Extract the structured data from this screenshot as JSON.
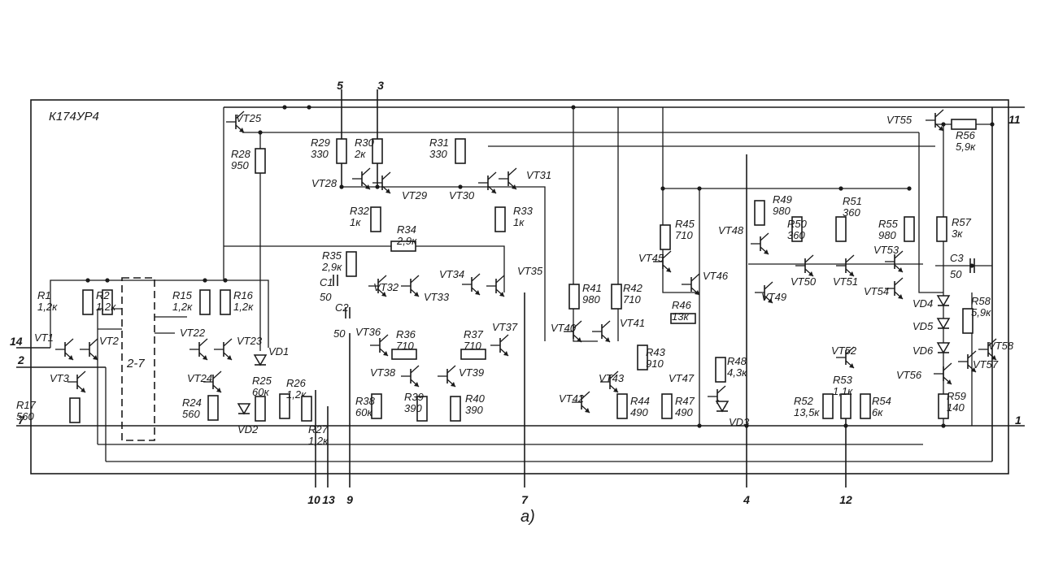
{
  "chip_title": "К174УР4",
  "figure_caption": "а)",
  "block_label": "2-7",
  "pins": [
    {
      "id": "pin-5",
      "text": "5"
    },
    {
      "id": "pin-3",
      "text": "3"
    },
    {
      "id": "pin-11",
      "text": "11"
    },
    {
      "id": "pin-14",
      "text": "14"
    },
    {
      "id": "pin-2",
      "text": "2"
    },
    {
      "id": "pin-7-left",
      "text": "7"
    },
    {
      "id": "pin-1",
      "text": "1"
    },
    {
      "id": "pin-10",
      "text": "10"
    },
    {
      "id": "pin-13",
      "text": "13"
    },
    {
      "id": "pin-9",
      "text": "9"
    },
    {
      "id": "pin-7-bottom",
      "text": "7"
    },
    {
      "id": "pin-4",
      "text": "4"
    },
    {
      "id": "pin-12",
      "text": "12"
    }
  ],
  "resistors": [
    {
      "ref": "R1",
      "value": "1,2к"
    },
    {
      "ref": "R2",
      "value": "1,2к"
    },
    {
      "ref": "R17",
      "value": "560"
    },
    {
      "ref": "R15",
      "value": "1,2к"
    },
    {
      "ref": "R16",
      "value": "1,2к"
    },
    {
      "ref": "R24",
      "value": "560"
    },
    {
      "ref": "R28",
      "value": "950"
    },
    {
      "ref": "R25",
      "value": "60к"
    },
    {
      "ref": "R26",
      "value": "1,2к"
    },
    {
      "ref": "R27",
      "value": "1,2к"
    },
    {
      "ref": "R29",
      "value": "330"
    },
    {
      "ref": "R30",
      "value": "2к"
    },
    {
      "ref": "R31",
      "value": "330"
    },
    {
      "ref": "R32",
      "value": "1к"
    },
    {
      "ref": "R33",
      "value": "1к"
    },
    {
      "ref": "R34",
      "value": "2,9к"
    },
    {
      "ref": "R35",
      "value": "2,9к"
    },
    {
      "ref": "R36",
      "value": "710"
    },
    {
      "ref": "R37",
      "value": "710"
    },
    {
      "ref": "R38",
      "value": "60к"
    },
    {
      "ref": "R39",
      "value": "390"
    },
    {
      "ref": "R40",
      "value": "390"
    },
    {
      "ref": "R41",
      "value": "980"
    },
    {
      "ref": "R42",
      "value": "710"
    },
    {
      "ref": "R43",
      "value": "910"
    },
    {
      "ref": "R44",
      "value": "490"
    },
    {
      "ref": "R45",
      "value": "710"
    },
    {
      "ref": "R46",
      "value": "13к"
    },
    {
      "ref": "R47",
      "value": "490"
    },
    {
      "ref": "R48",
      "value": "4,3к"
    },
    {
      "ref": "R49",
      "value": "980"
    },
    {
      "ref": "R50",
      "value": "360"
    },
    {
      "ref": "R51",
      "value": "360"
    },
    {
      "ref": "R52",
      "value": "13,5к"
    },
    {
      "ref": "R53",
      "value": "1,1к"
    },
    {
      "ref": "R54",
      "value": "6к"
    },
    {
      "ref": "R55",
      "value": "980"
    },
    {
      "ref": "R56",
      "value": "5,9к"
    },
    {
      "ref": "R57",
      "value": "3к"
    },
    {
      "ref": "R58",
      "value": "5,9к"
    },
    {
      "ref": "R59",
      "value": "140"
    }
  ],
  "capacitors": [
    {
      "ref": "C1",
      "value": "50"
    },
    {
      "ref": "C2",
      "value": "50"
    },
    {
      "ref": "C3",
      "value": "50"
    }
  ],
  "transistors": [
    "VT1",
    "VT2",
    "VT3",
    "VT22",
    "VT23",
    "VT24",
    "VT25",
    "VT28",
    "VT29",
    "VT30",
    "VT31",
    "VT32",
    "VT33",
    "VT34",
    "VT35",
    "VT36",
    "VT37",
    "VT38",
    "VT39",
    "VT40",
    "VT41",
    "VT42",
    "VT43",
    "VT45",
    "VT46",
    "VT47",
    "VT48",
    "VT49",
    "VT50",
    "VT51",
    "VT52",
    "VT53",
    "VT54",
    "VT55",
    "VT56",
    "VT57",
    "VT58"
  ],
  "diodes": [
    "VD1",
    "VD2",
    "VD3",
    "VD4",
    "VD5",
    "VD6"
  ]
}
